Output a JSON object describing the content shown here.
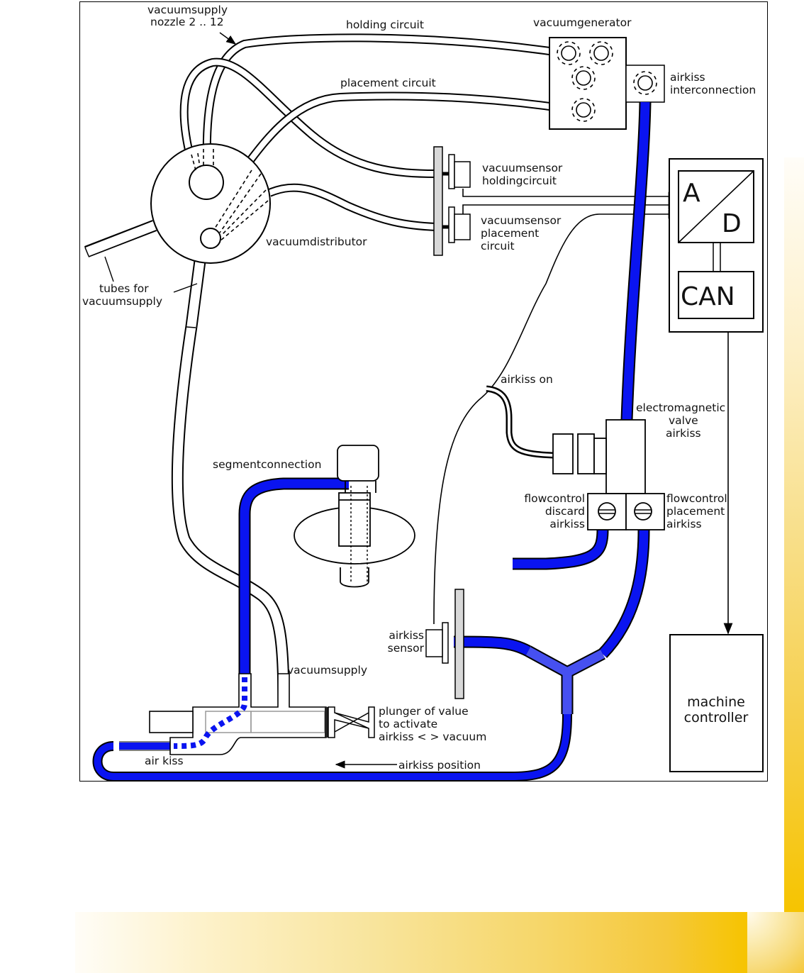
{
  "diagram": {
    "title": "Vacuum and airkiss pneumatic system",
    "labels": {
      "vacuumsupply_nozzle_line1": "vacuumsupply",
      "vacuumsupply_nozzle_line2": "nozzle 2 .. 12",
      "holding_circuit": "holding circuit",
      "placement_circuit": "placement circuit",
      "vacuumgenerator": "vacuumgenerator",
      "airkiss_interconnection_line1": "airkiss",
      "airkiss_interconnection_line2": "interconnection",
      "vacuumsensor_holding_line1": "vacuumsensor",
      "vacuumsensor_holding_line2": "holdingcircuit",
      "vacuumsensor_placement_line1": "vacuumsensor",
      "vacuumsensor_placement_line2": "placement",
      "vacuumsensor_placement_line3": "circuit",
      "vacuumdistributor": "vacuumdistributor",
      "tubes_line1": "tubes for",
      "tubes_line2": "vacuumsupply",
      "ad_a": "A",
      "ad_d": "D",
      "can": "CAN",
      "airkiss_on": "airkiss on",
      "em_valve_line1": "electromagnetic",
      "em_valve_line2": "valve",
      "em_valve_line3": "airkiss",
      "fc_discard_line1": "flowcontrol",
      "fc_discard_line2": "discard",
      "fc_discard_line3": "airkiss",
      "fc_placement_line1": "flowcontrol",
      "fc_placement_line2": "placement",
      "fc_placement_line3": "airkiss",
      "segmentconnection": "segmentconnection",
      "airkiss_sensor_line1": "airkiss",
      "airkiss_sensor_line2": "sensor",
      "vacuumsupply": "vacuumsupply",
      "plunger_line1": "plunger of value",
      "plunger_line2": "to activate",
      "plunger_line3": "airkiss < > vacuum",
      "air_kiss": "air kiss",
      "airkiss_position": "airkiss position",
      "machine_controller_line1": "machine",
      "machine_controller_line2": "controller"
    },
    "colors": {
      "airline_blue": "#0a14f0",
      "y_connector_blue": "#4650f0",
      "sensor_plate_gray": "#d8d8d8",
      "accent_yellow": "#f6c400"
    }
  }
}
